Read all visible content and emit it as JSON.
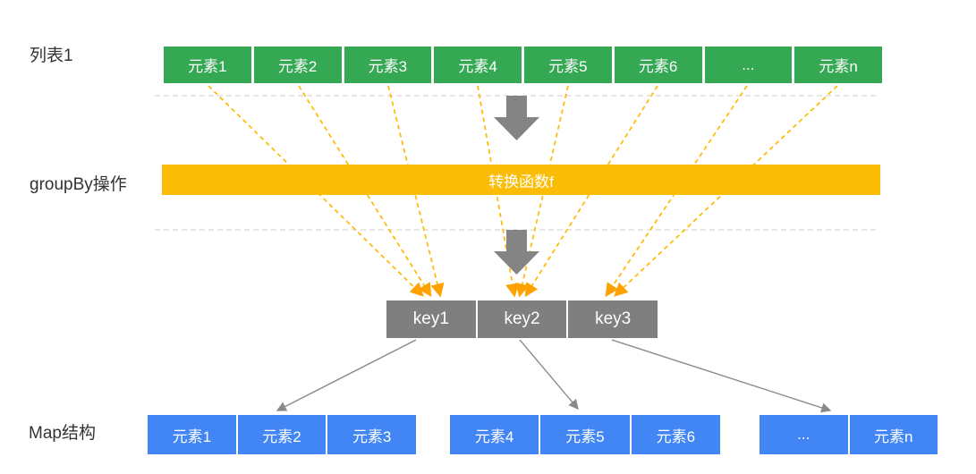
{
  "labels": {
    "list": "列表1",
    "groupby": "groupBy操作",
    "map": "Map结构"
  },
  "list_row": {
    "cells": [
      "元素1",
      "元素2",
      "元素3",
      "元素4",
      "元素5",
      "元素6",
      "...",
      "元素n"
    ]
  },
  "function_bar": {
    "label": "转换函数f"
  },
  "key_row": {
    "cells": [
      "key1",
      "key2",
      "key3"
    ]
  },
  "map_groups": [
    {
      "key": "key1",
      "cells": [
        "元素1",
        "元素2",
        "元素3"
      ]
    },
    {
      "key": "key2",
      "cells": [
        "元素4",
        "元素5",
        "元素6"
      ]
    },
    {
      "key": "key3",
      "cells": [
        "...",
        "元素n"
      ]
    }
  ],
  "colors": {
    "list_cell": "#34A853",
    "function_bar": "#FBBC05",
    "key_cell": "#7F7F7F",
    "map_cell": "#4285F4",
    "connector_dashed": "#FFB900",
    "connector_arrowhead": "#FFA200",
    "big_arrow": "#848484",
    "solid_arrow": "#8A8A8A",
    "divider_dashed_line": "#CFCFCF",
    "label_text": "#333333",
    "background": "#FFFFFF"
  }
}
